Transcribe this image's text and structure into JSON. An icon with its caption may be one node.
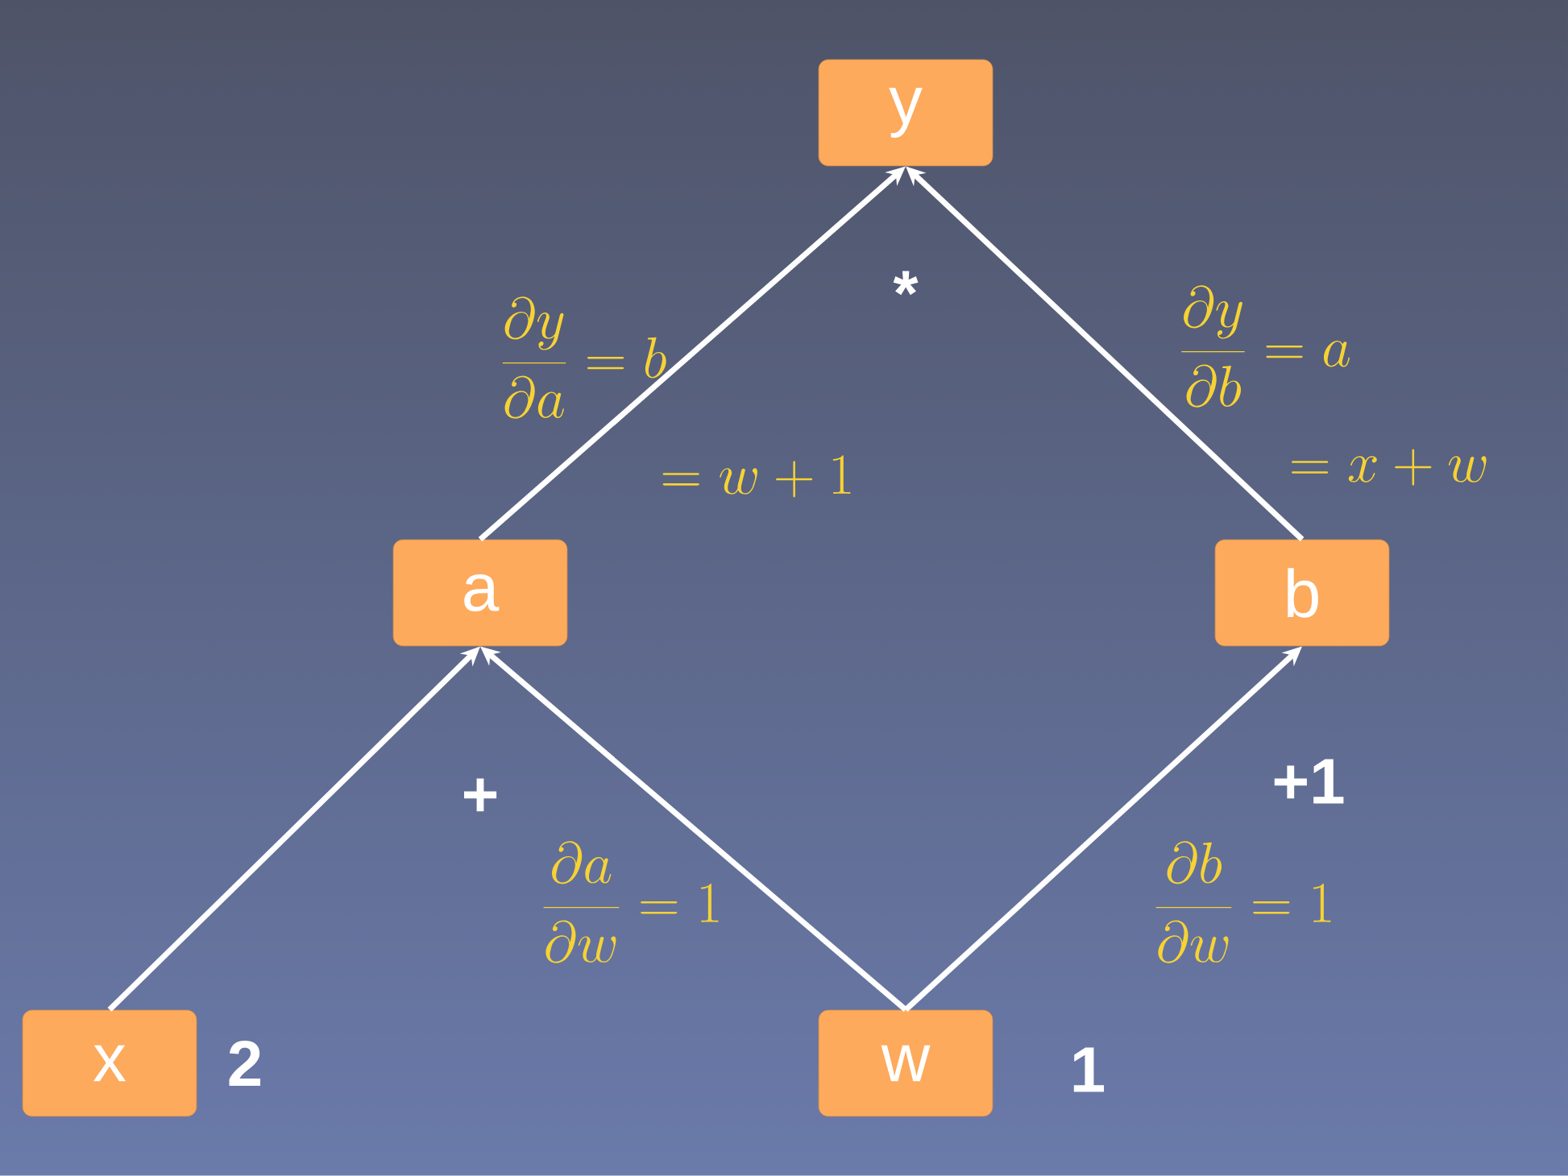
{
  "diagram": {
    "nodes": [
      {
        "text": [
          "y"
        ]
      },
      {
        "text": [
          "a"
        ]
      },
      {
        "text": [
          "b"
        ]
      },
      {
        "text": [
          "x"
        ],
        "beside": [
          "2"
        ]
      },
      {
        "text": [
          "w"
        ],
        "beside": [
          "1"
        ]
      }
    ],
    "edges": [
      {
        "from": 1,
        "to": 0,
        "arrow": "to"
      },
      {
        "from": 2,
        "to": 0,
        "arrow": "to"
      },
      {
        "from": 3,
        "to": 1,
        "arrow": "to"
      },
      {
        "from": 4,
        "to": 1,
        "arrow": "to"
      },
      {
        "from": 4,
        "to": 2,
        "arrow": "to"
      }
    ],
    "labels": [
      "*",
      "\\frac{\\partial y}{\\partial a} = b",
      "= w+ 1",
      "\\frac{\\partial y}{\\partial b} = a",
      "= x + w",
      "+",
      "\\frac{\\partial a}{\\partial w} = 1",
      "+1",
      "\\frac{\\partial b}{\\partial w} = 1"
    ]
  }
}
